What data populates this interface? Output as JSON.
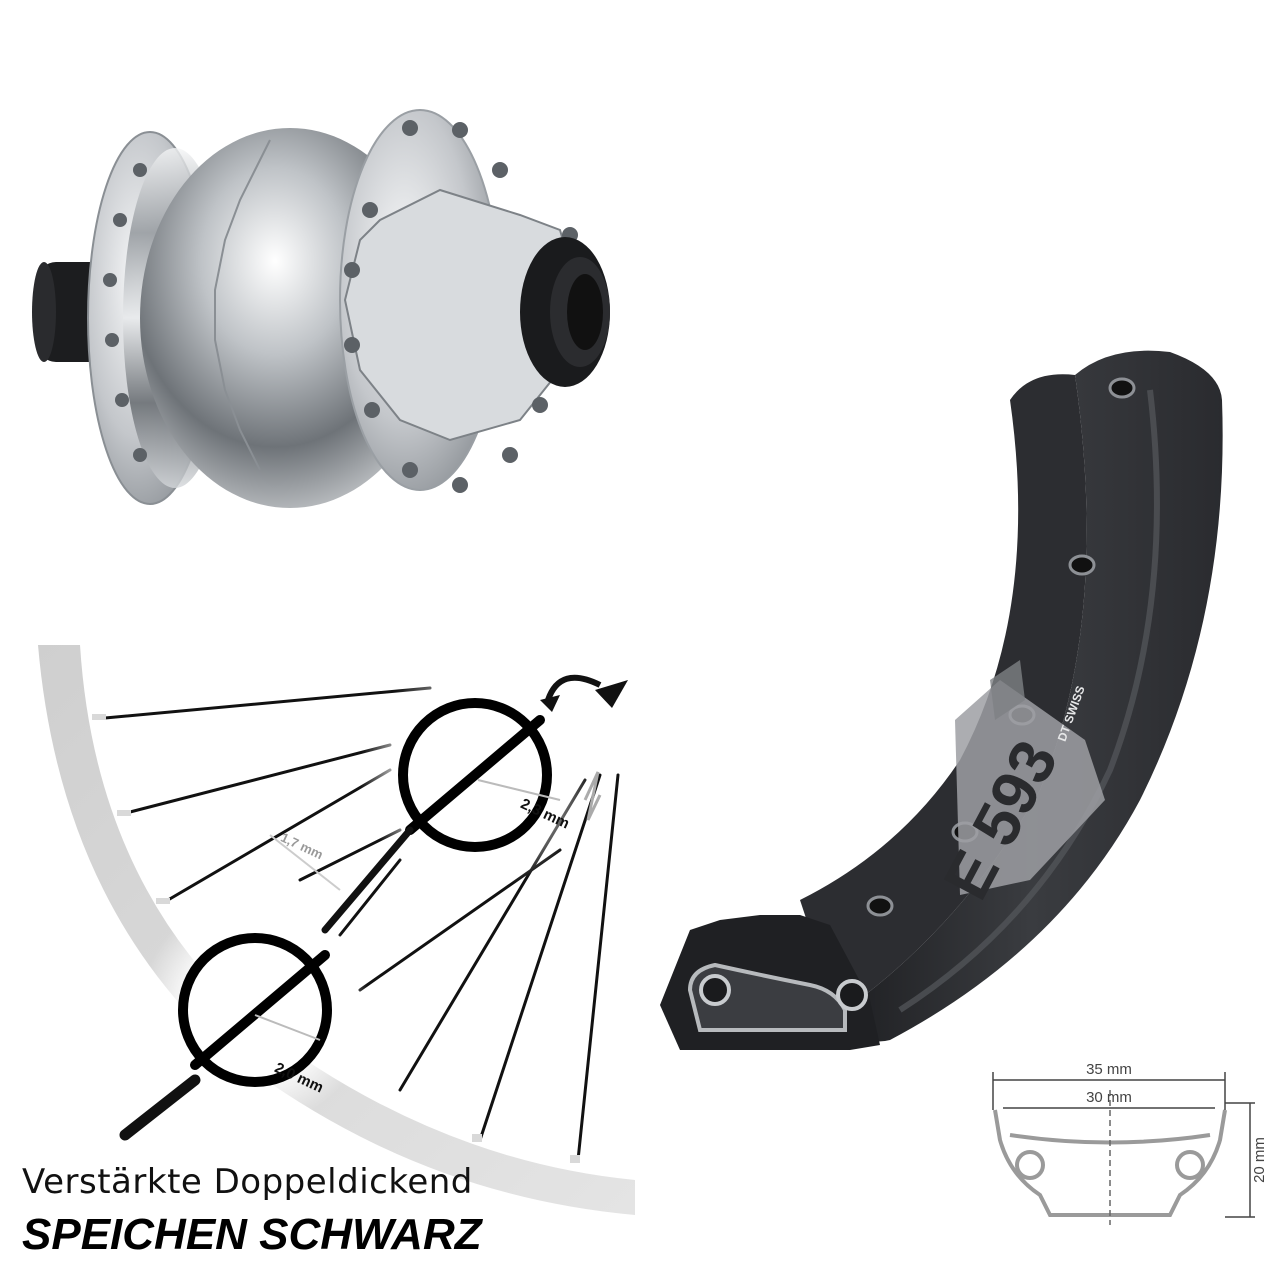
{
  "product": {
    "hub": {
      "icon": "dynamo-hub-image"
    },
    "rim": {
      "icon": "rim-section-image",
      "model": "E 593",
      "brand": "DT SWISS"
    },
    "spoke_diagram": {
      "icon": "spoke-thickness-diagram",
      "labels": {
        "top_thickness": "2,3 mm",
        "middle_thickness": "1,7 mm",
        "end_thickness": "2,0 mm"
      }
    },
    "rim_profile": {
      "icon": "rim-profile-drawing",
      "outer_width": "35 mm",
      "inner_width": "30 mm",
      "height": "20 mm"
    },
    "caption": {
      "line1": "Verstärkte Doppeldickend",
      "line2": "SPEICHEN SCHWARZ"
    }
  },
  "colors": {
    "rim": "#2e2f33",
    "hub": "#c9ccd0",
    "spoke": "#111111",
    "profile": "#9a9a9a"
  }
}
